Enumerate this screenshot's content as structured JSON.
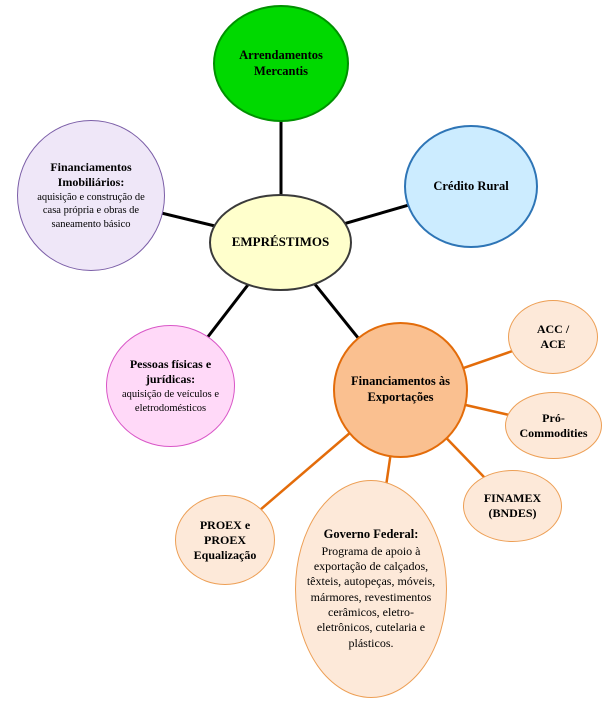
{
  "diagram": {
    "central": {
      "label": "EMPRÉSTIMOS"
    },
    "branches": {
      "arrendamentos": {
        "title": "Arrendamentos Mercantis"
      },
      "credito_rural": {
        "title": "Crédito Rural"
      },
      "financiamentos_imobiliarios": {
        "title": "Financiamentos Imobiliários:",
        "description": "aquisição e construção de casa própria e obras de saneamento básico"
      },
      "pessoas_fisicas_juridicas": {
        "title": "Pessoas físicas e jurídicas:",
        "description": "aquisição de veículos e eletrodomésticos"
      },
      "financiamentos_exportacoes": {
        "title": "Financiamentos às Exportações"
      }
    },
    "export_children": {
      "acc_ace": {
        "title": "ACC / ACE"
      },
      "pro_commodities": {
        "title": "Pró-Commodities"
      },
      "finamex": {
        "title": "FINAMEX (BNDES)"
      },
      "governo_federal": {
        "title": "Governo Federal:",
        "description": "Programa de apoio à exportação de calçados, têxteis, autopeças, móveis, mármores, revestimentos cerâmicos, eletro-eletrônicos, cutelaria e plásticos."
      },
      "proex": {
        "title": "PROEX e PROEX Equalização"
      }
    },
    "colors": {
      "central_fill": "#FFFFCC",
      "arrendamentos_fill": "#00D900",
      "credito_rural_fill": "#CCECFF",
      "imobiliarios_fill": "#EFE7F8",
      "pessoas_fill": "#FFD9F8",
      "exportacoes_fill": "#FAC090",
      "export_child_fill": "#FDE9D9",
      "primary_edge": "#000000",
      "secondary_edge": "#E36C0A"
    }
  }
}
